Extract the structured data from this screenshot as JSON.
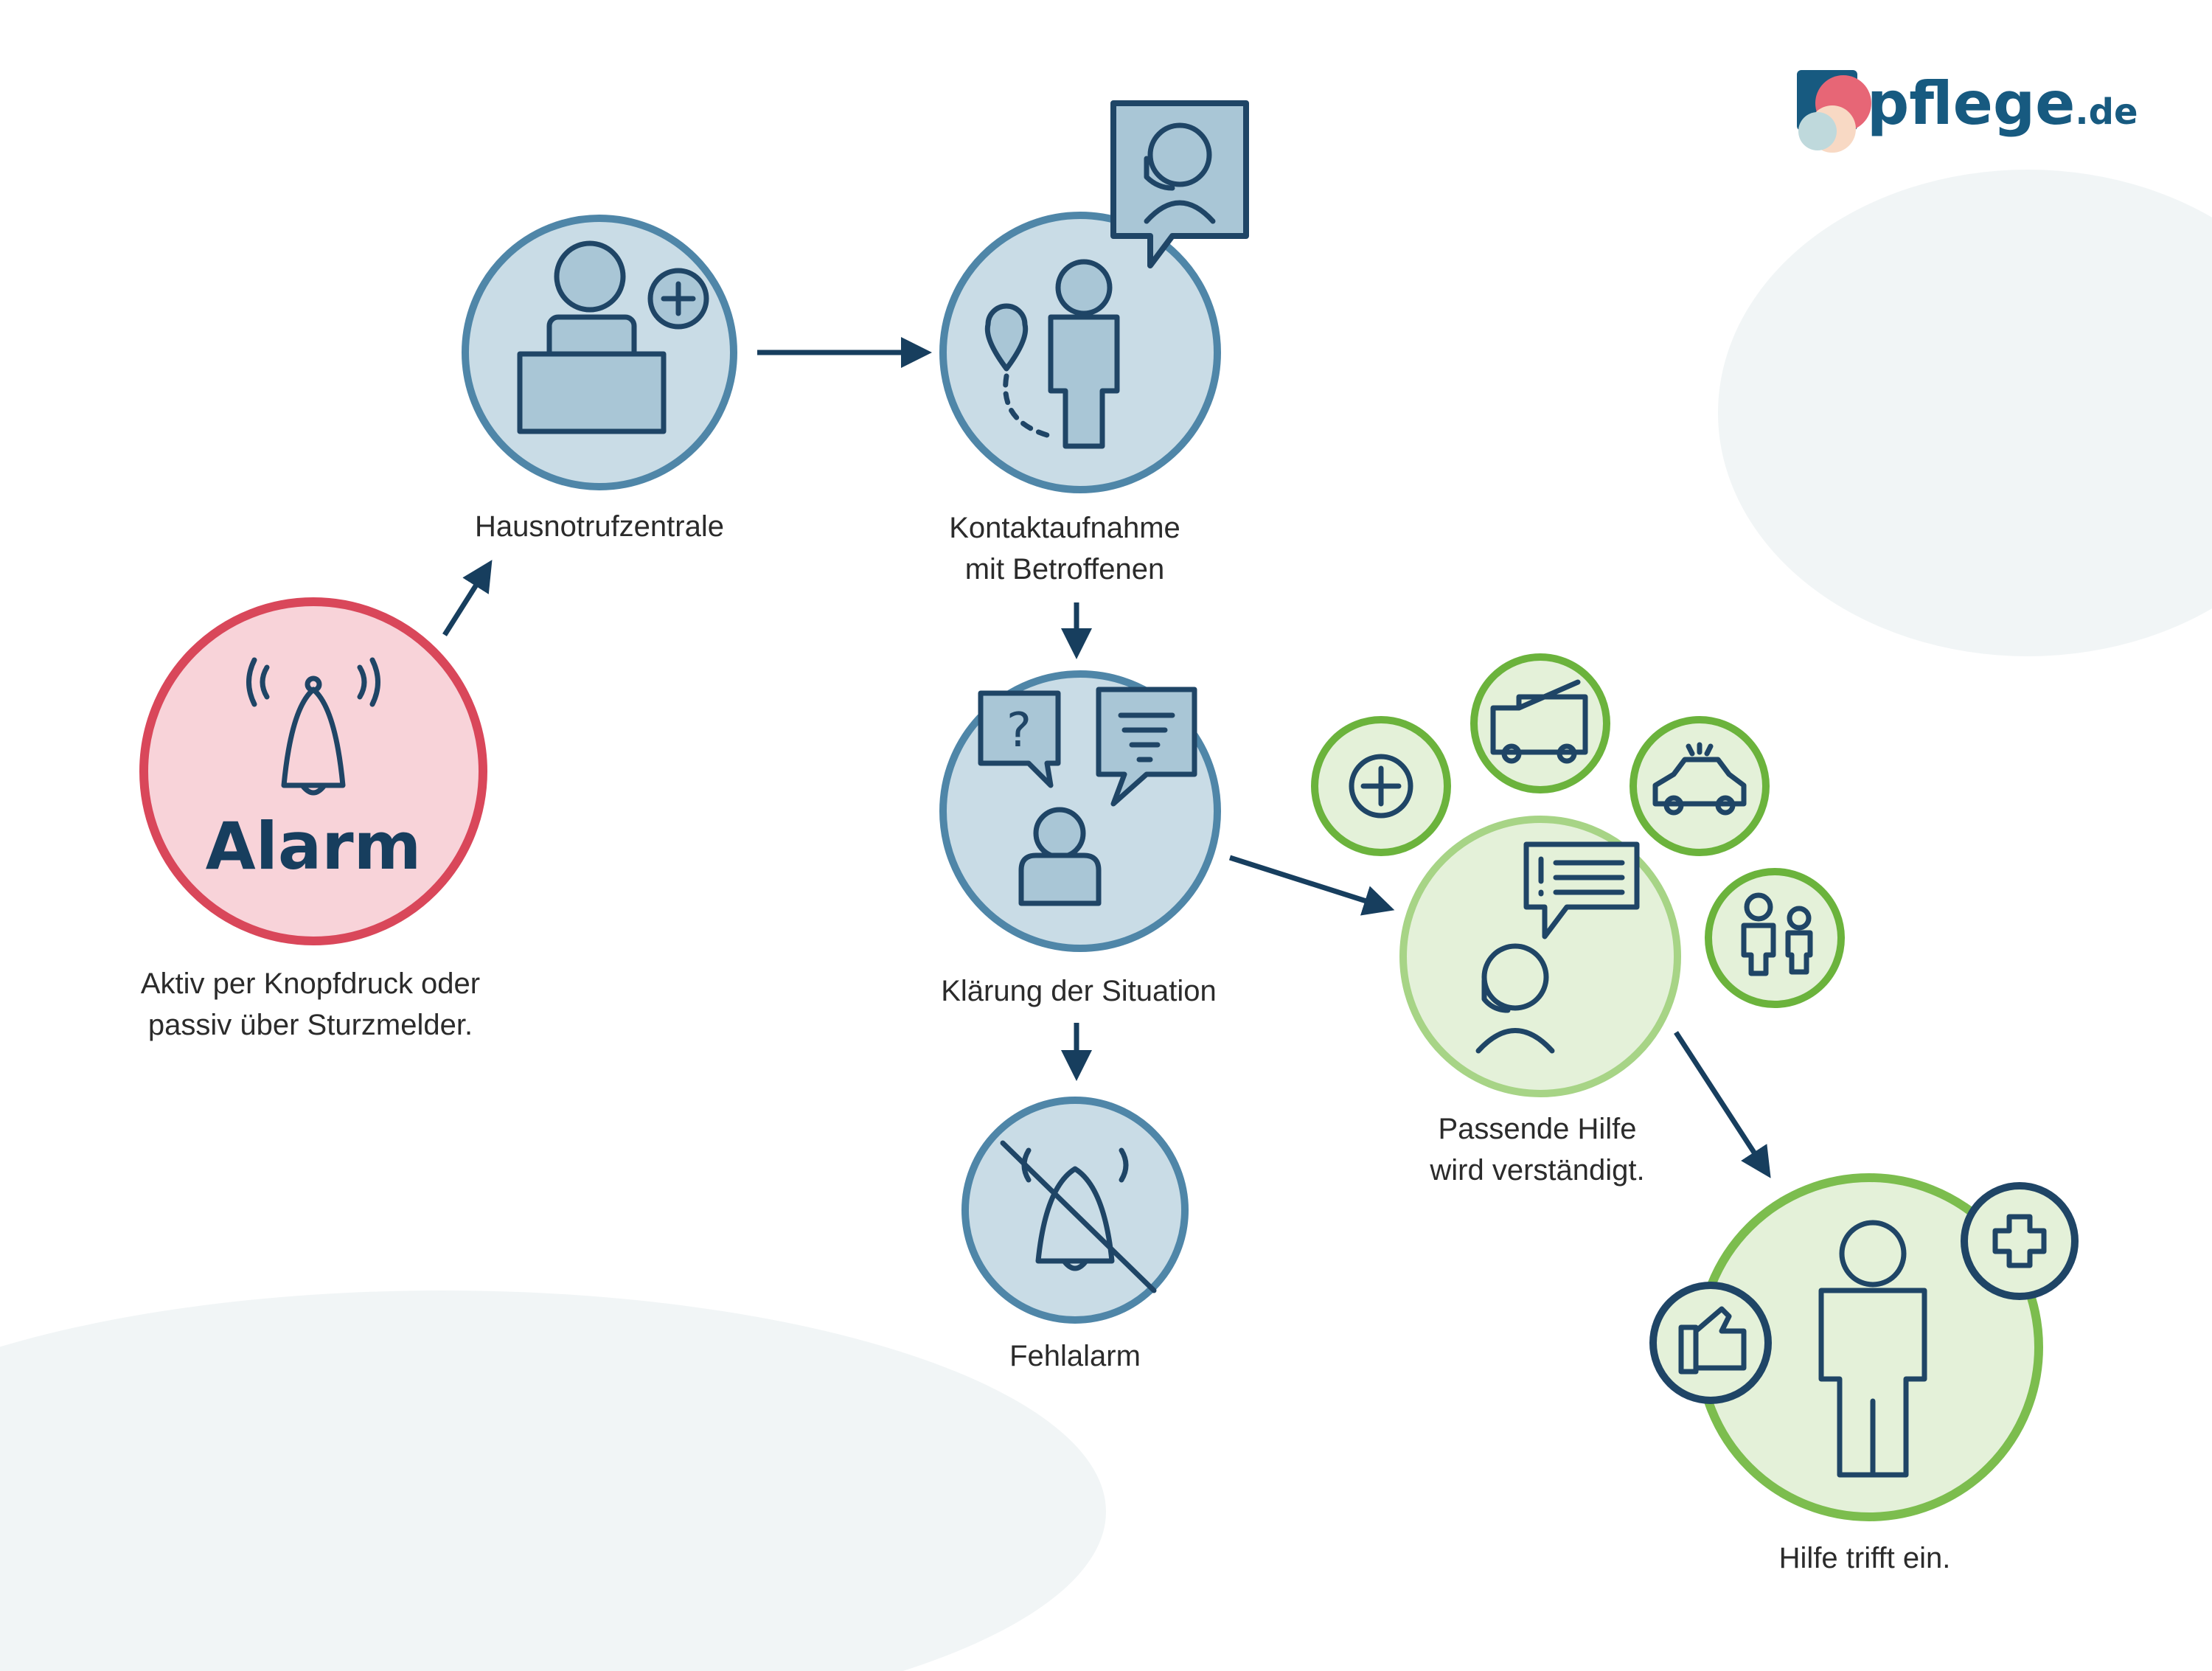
{
  "logo": {
    "text": "pflege",
    "suffix": ".de"
  },
  "nodes": {
    "alarm": {
      "title": "Alarm",
      "desc_line1": "Aktiv per Knopfdruck oder",
      "desc_line2": "passiv über Sturzmelder."
    },
    "zentrale": {
      "label": "Hausnotrufzentrale"
    },
    "kontakt": {
      "label_line1": "Kontaktaufnahme",
      "label_line2": "mit Betroffenen"
    },
    "klaerung": {
      "label": "Klärung der Situation",
      "question_mark": "?"
    },
    "fehlalarm": {
      "label": "Fehlalarm"
    },
    "hilfe": {
      "label_line1": "Passende Hilfe",
      "label_line2": "wird verständigt."
    },
    "eintreffen": {
      "label": "Hilfe trifft ein."
    }
  },
  "colors": {
    "navy": "#1f4566",
    "blue_fill": "#c9dce6",
    "blue_stroke": "#4f86a8",
    "red_fill": "#f8d3d9",
    "red_stroke": "#d9475a",
    "green_fill": "#e4f1d9",
    "green_stroke": "#7cbd4e"
  }
}
